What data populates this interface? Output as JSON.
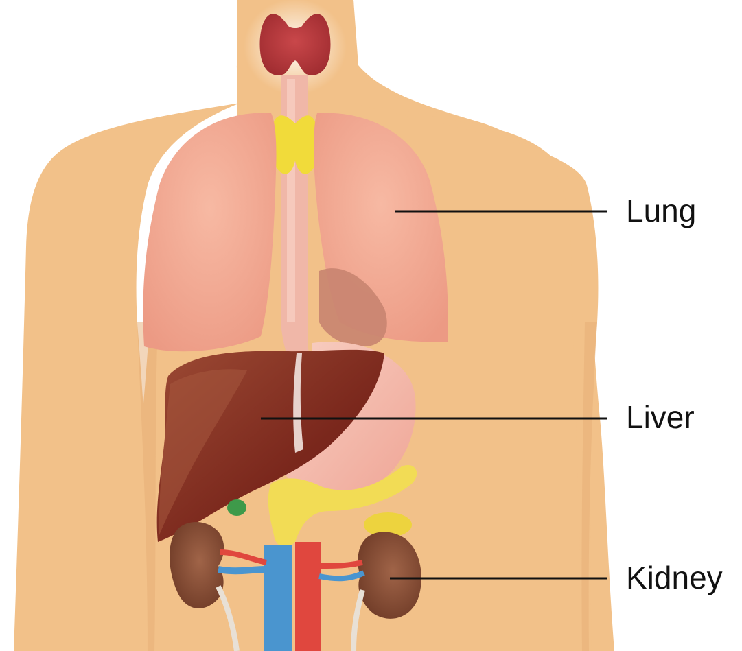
{
  "labels": {
    "lung": "Lung",
    "liver": "Liver",
    "kidney": "Kidney"
  },
  "colors": {
    "skin": "#F2C189",
    "skin_shadow": "#E9B27A",
    "thyroid": "#B93A3E",
    "thymus": "#F2DC3C",
    "trachea": "#EEB4A6",
    "lung": "#F0A48E",
    "heart": "#C98672",
    "liver": "#7E2A1E",
    "liver_light": "#9A4A36",
    "stomach": "#F4BFB0",
    "pancreas": "#F3DE5A",
    "kidney": "#8E5038",
    "adrenal": "#EDD33E",
    "artery": "#E0473E",
    "vein": "#4A95CF",
    "gallbladder": "#3E9A4A",
    "leader_line": "#111111"
  }
}
